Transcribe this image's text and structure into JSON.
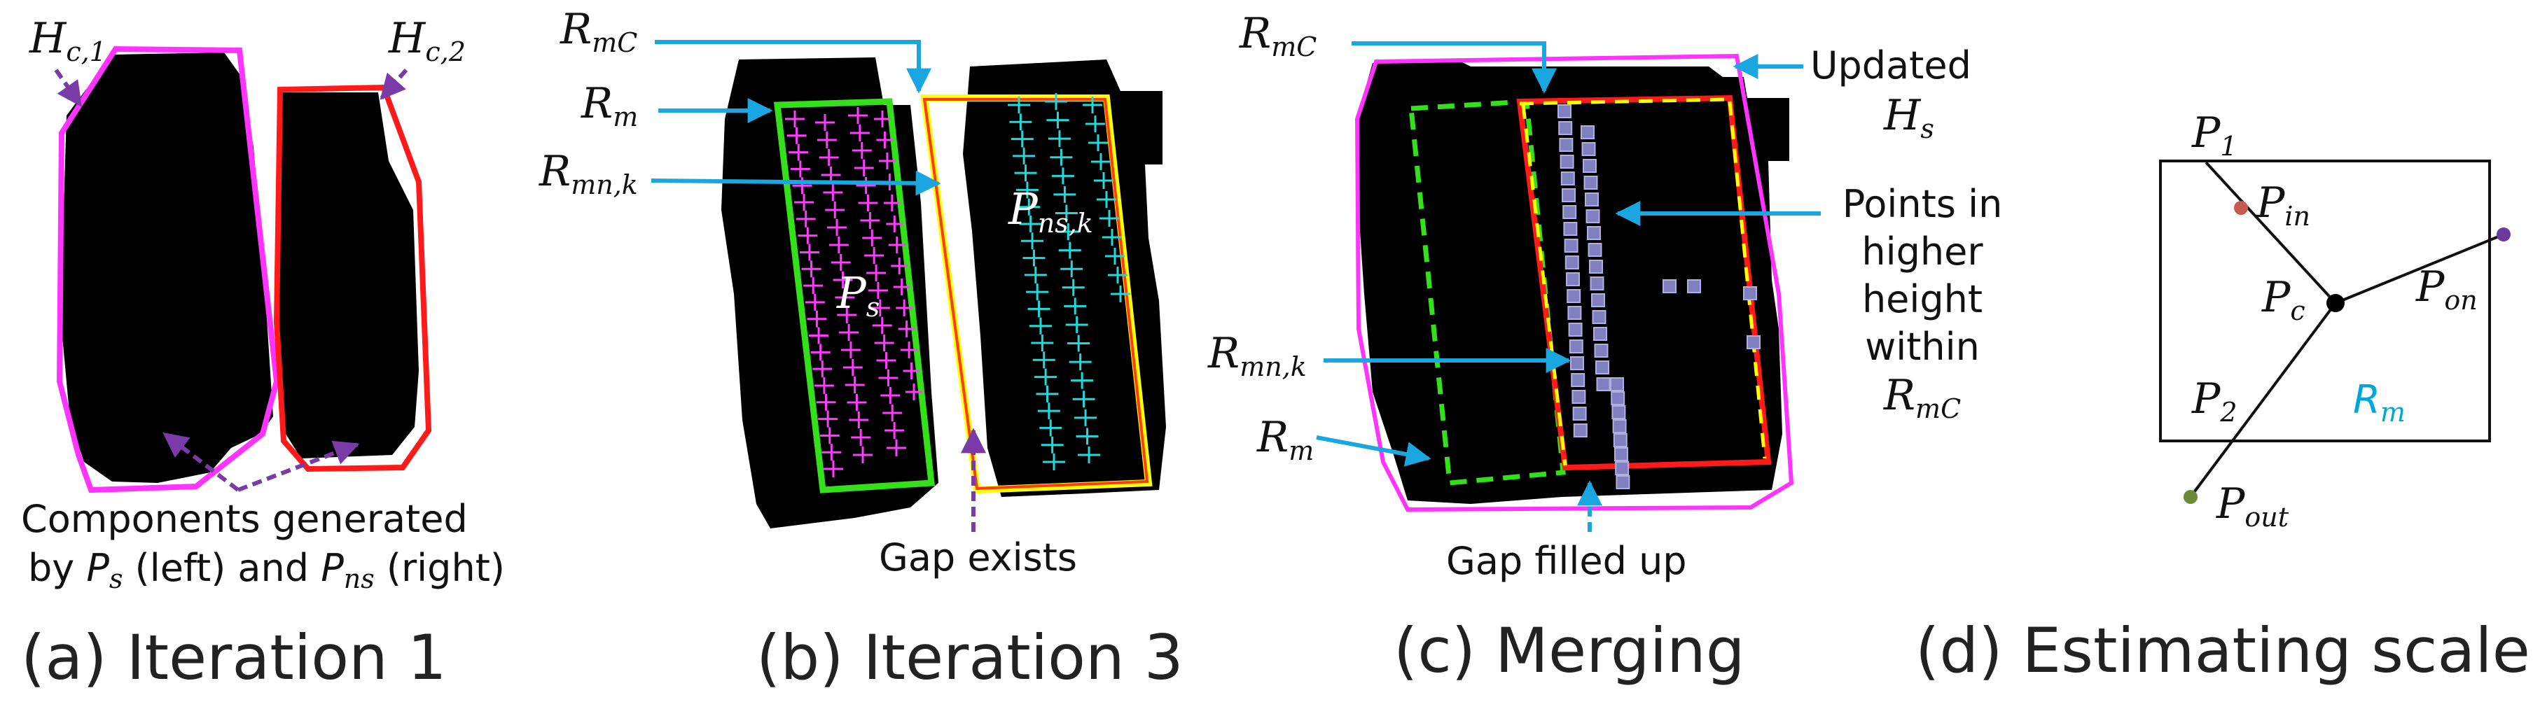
{
  "colors": {
    "magenta": "#ff33ff",
    "red": "#ff1a1a",
    "green": "#33e01a",
    "yellow": "#ffff00",
    "cyan_arrow": "#1aa6e0",
    "purple_arrow": "#7a3aa8",
    "cyan_points": "#22d8d8",
    "magenta_points": "#ff3cff",
    "lavender_points": "#8080c0"
  },
  "panel_a": {
    "label_hc1": "H",
    "label_hc1_sub": "c,1",
    "label_hc2": "H",
    "label_hc2_sub": "c,2",
    "note_line1": "Components generated",
    "note_line2_prefix": "by ",
    "note_ps": "P",
    "note_ps_sub": "s",
    "note_mid": " (left) and ",
    "note_pns": "P",
    "note_pns_sub": "ns",
    "note_suffix": " (right)",
    "caption": "(a) Iteration 1"
  },
  "panel_b": {
    "label_rmc": "R",
    "label_rmc_sub": "mC",
    "label_rm": "R",
    "label_rm_sub": "m",
    "label_rmnk": "R",
    "label_rmnk_sub": "mn,k",
    "label_ps": "P",
    "label_ps_sub": "s",
    "label_pns": "P",
    "label_pns_sub": "ns,k",
    "gap_note": "Gap exists",
    "caption": "(b) Iteration 3"
  },
  "panel_c": {
    "label_rmc": "R",
    "label_rmc_sub": "mC",
    "label_rmnk": "R",
    "label_rmnk_sub": "mn,k",
    "label_rm": "R",
    "label_rm_sub": "m",
    "updated": "Updated",
    "updated_h": "H",
    "updated_h_sub": "s",
    "points_line1": "Points in",
    "points_line2": "higher",
    "points_line3": "height",
    "points_line4": "within",
    "points_r": "R",
    "points_r_sub": "mC",
    "gap_note": "Gap filled up",
    "caption": "(c) Merging"
  },
  "panel_d": {
    "p1": "P",
    "p1_sub": "1",
    "pin": "P",
    "pin_sub": "in",
    "pc": "P",
    "pc_sub": "c",
    "pon": "P",
    "pon_sub": "on",
    "p2": "P",
    "p2_sub": "2",
    "rm": "R",
    "rm_sub": "m",
    "pout": "P",
    "pout_sub": "out",
    "caption": "(d) Estimating scale"
  }
}
